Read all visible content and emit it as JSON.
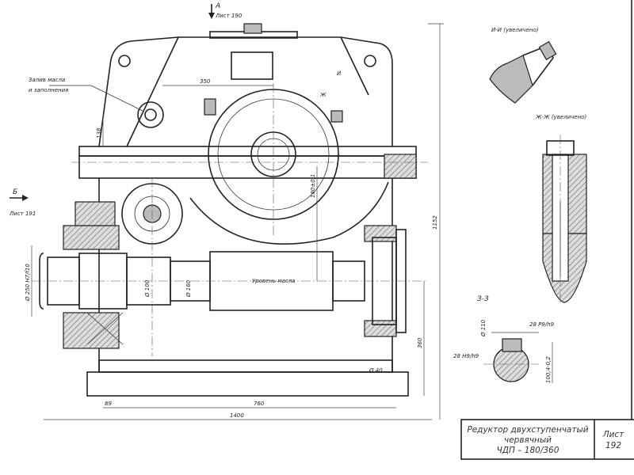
{
  "labels": {
    "view_a": "А",
    "view_a_sheet": "Лист 190",
    "view_b": "Б",
    "view_b_sheet": "Лист 191",
    "oil_fill_line1": "Залив масла",
    "oil_fill_line2": "и заполнения",
    "oil_level": "Уровень масла",
    "section_i": "И-И (увеличено)",
    "section_zh": "Ж-Ж (увеличено)",
    "section_z": "З-З",
    "mark_zh": "Ж",
    "mark_i": "И"
  },
  "dimensions": {
    "d350": "350",
    "d1152": "1152",
    "d1400": "1400",
    "d760": "760",
    "d360": "360",
    "d89": "89",
    "d40": "Ø 40",
    "d138": "138",
    "d250": "Ø 250 H7/f10",
    "d100": "Ø 100",
    "d160": "Ø 160",
    "d180": "180±0,1",
    "key_width": "28 P9/h9",
    "key_depth": "Ø 110",
    "key_fit": "28 H9/h9",
    "shaft_depth": "100,4-0,2"
  },
  "title_block": {
    "name_line1": "Редуктор двухступенчатый",
    "name_line2": "червячный",
    "name_line3": "ЧДП – 180/360",
    "sheet_label": "Лист",
    "sheet_number": "192"
  }
}
